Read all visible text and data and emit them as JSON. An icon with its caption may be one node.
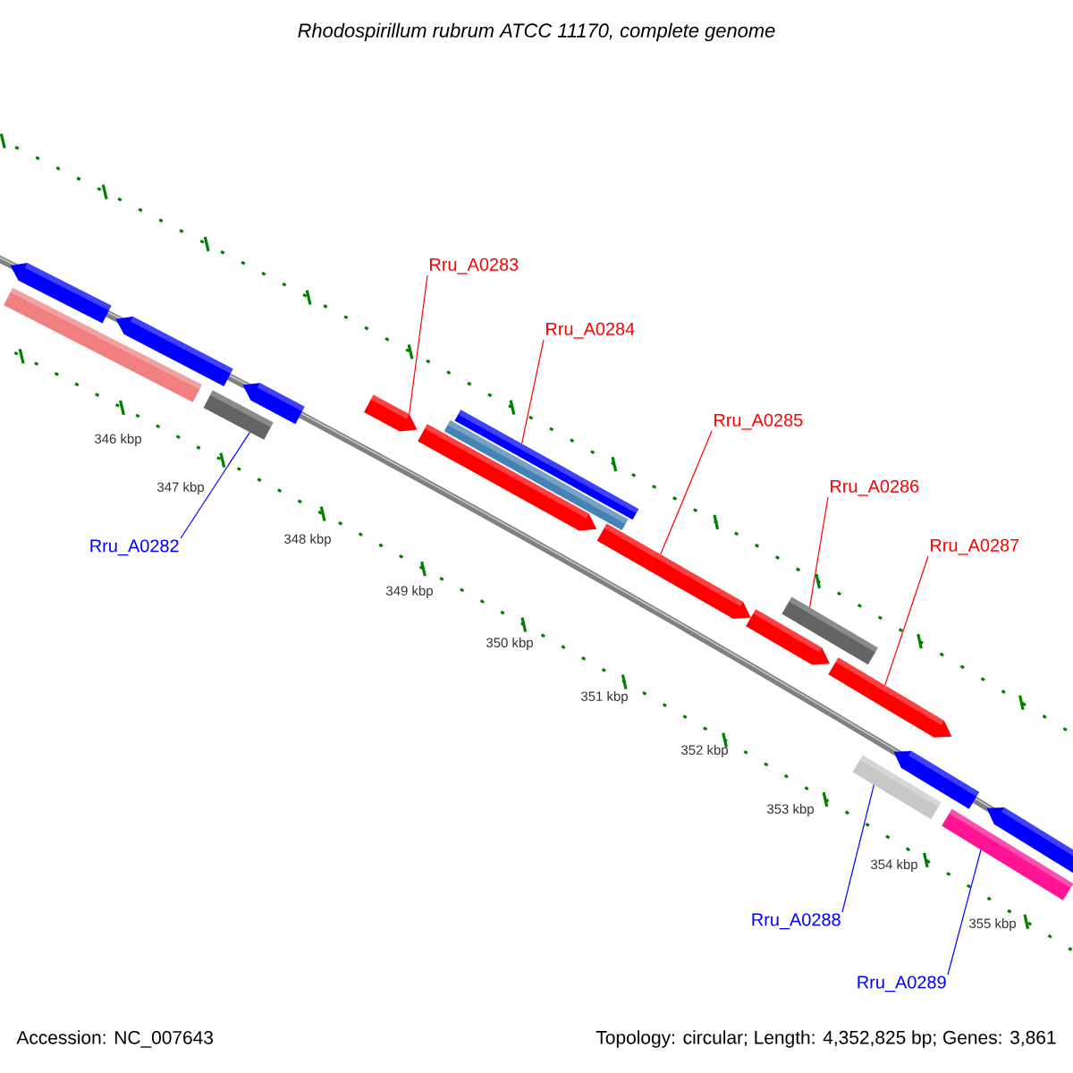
{
  "diagram": {
    "title": "Rhodospirillum rubrum ATCC 11170, complete genome",
    "nodes": [
      {
        "text": [
          "Rru_A0282"
        ]
      },
      {
        "text": [
          "Rru_A0283"
        ]
      },
      {
        "text": [
          "Rru_A0284"
        ]
      },
      {
        "text": [
          "Rru_A0285"
        ]
      },
      {
        "text": [
          "Rru_A0286"
        ]
      },
      {
        "text": [
          "Rru_A0287"
        ]
      },
      {
        "text": [
          "Rru_A0288"
        ]
      },
      {
        "text": [
          "Rru_A0289"
        ]
      },
      {
        "text": [],
        "shape": "bar"
      },
      {
        "text": [],
        "shape": "bar"
      },
      {
        "text": [],
        "shape": "bar"
      },
      {
        "text": [],
        "shape": "bar"
      },
      {
        "text": [],
        "shape": "bar"
      },
      {
        "text": [],
        "shape": "bar"
      },
      {
        "text": [],
        "shape": "bar"
      },
      {
        "text": [],
        "shape": "bar"
      },
      {
        "text": [],
        "shape": "bar"
      },
      {
        "text": [],
        "shape": "bar"
      },
      {
        "text": [],
        "shape": "bar"
      },
      {
        "text": [],
        "shape": "bar"
      },
      {
        "text": [],
        "shape": "bar"
      },
      {
        "text": [],
        "shape": "bar"
      },
      {
        "text": [],
        "shape": "bar"
      },
      {
        "text": [],
        "shape": "bar"
      },
      {
        "text": [],
        "shape": "bar"
      }
    ],
    "edges": [
      {
        "from": 0,
        "to": 11,
        "arrow": "none",
        "color": "#0000ff"
      },
      {
        "from": 1,
        "to": 13,
        "arrow": "none"
      },
      {
        "from": 2,
        "to": 16,
        "arrow": "none"
      },
      {
        "from": 3,
        "to": 17,
        "arrow": "none"
      },
      {
        "from": 4,
        "to": 19,
        "arrow": "none"
      },
      {
        "from": 5,
        "to": 20,
        "arrow": "none"
      },
      {
        "from": 6,
        "to": 21,
        "arrow": "none",
        "color": "#0000ff"
      },
      {
        "from": 7,
        "to": 23,
        "arrow": "none",
        "color": "#0000ff"
      }
    ],
    "labels": [
      "346 kbp",
      "347 kbp",
      "348 kbp",
      "349 kbp",
      "350 kbp",
      "351 kbp",
      "352 kbp",
      "353 kbp",
      "354 kbp",
      "355 kbp",
      "Accession: NC_007643",
      "Topology: circular; Length: 4,352,825 bp; Genes: 3,861"
    ]
  }
}
